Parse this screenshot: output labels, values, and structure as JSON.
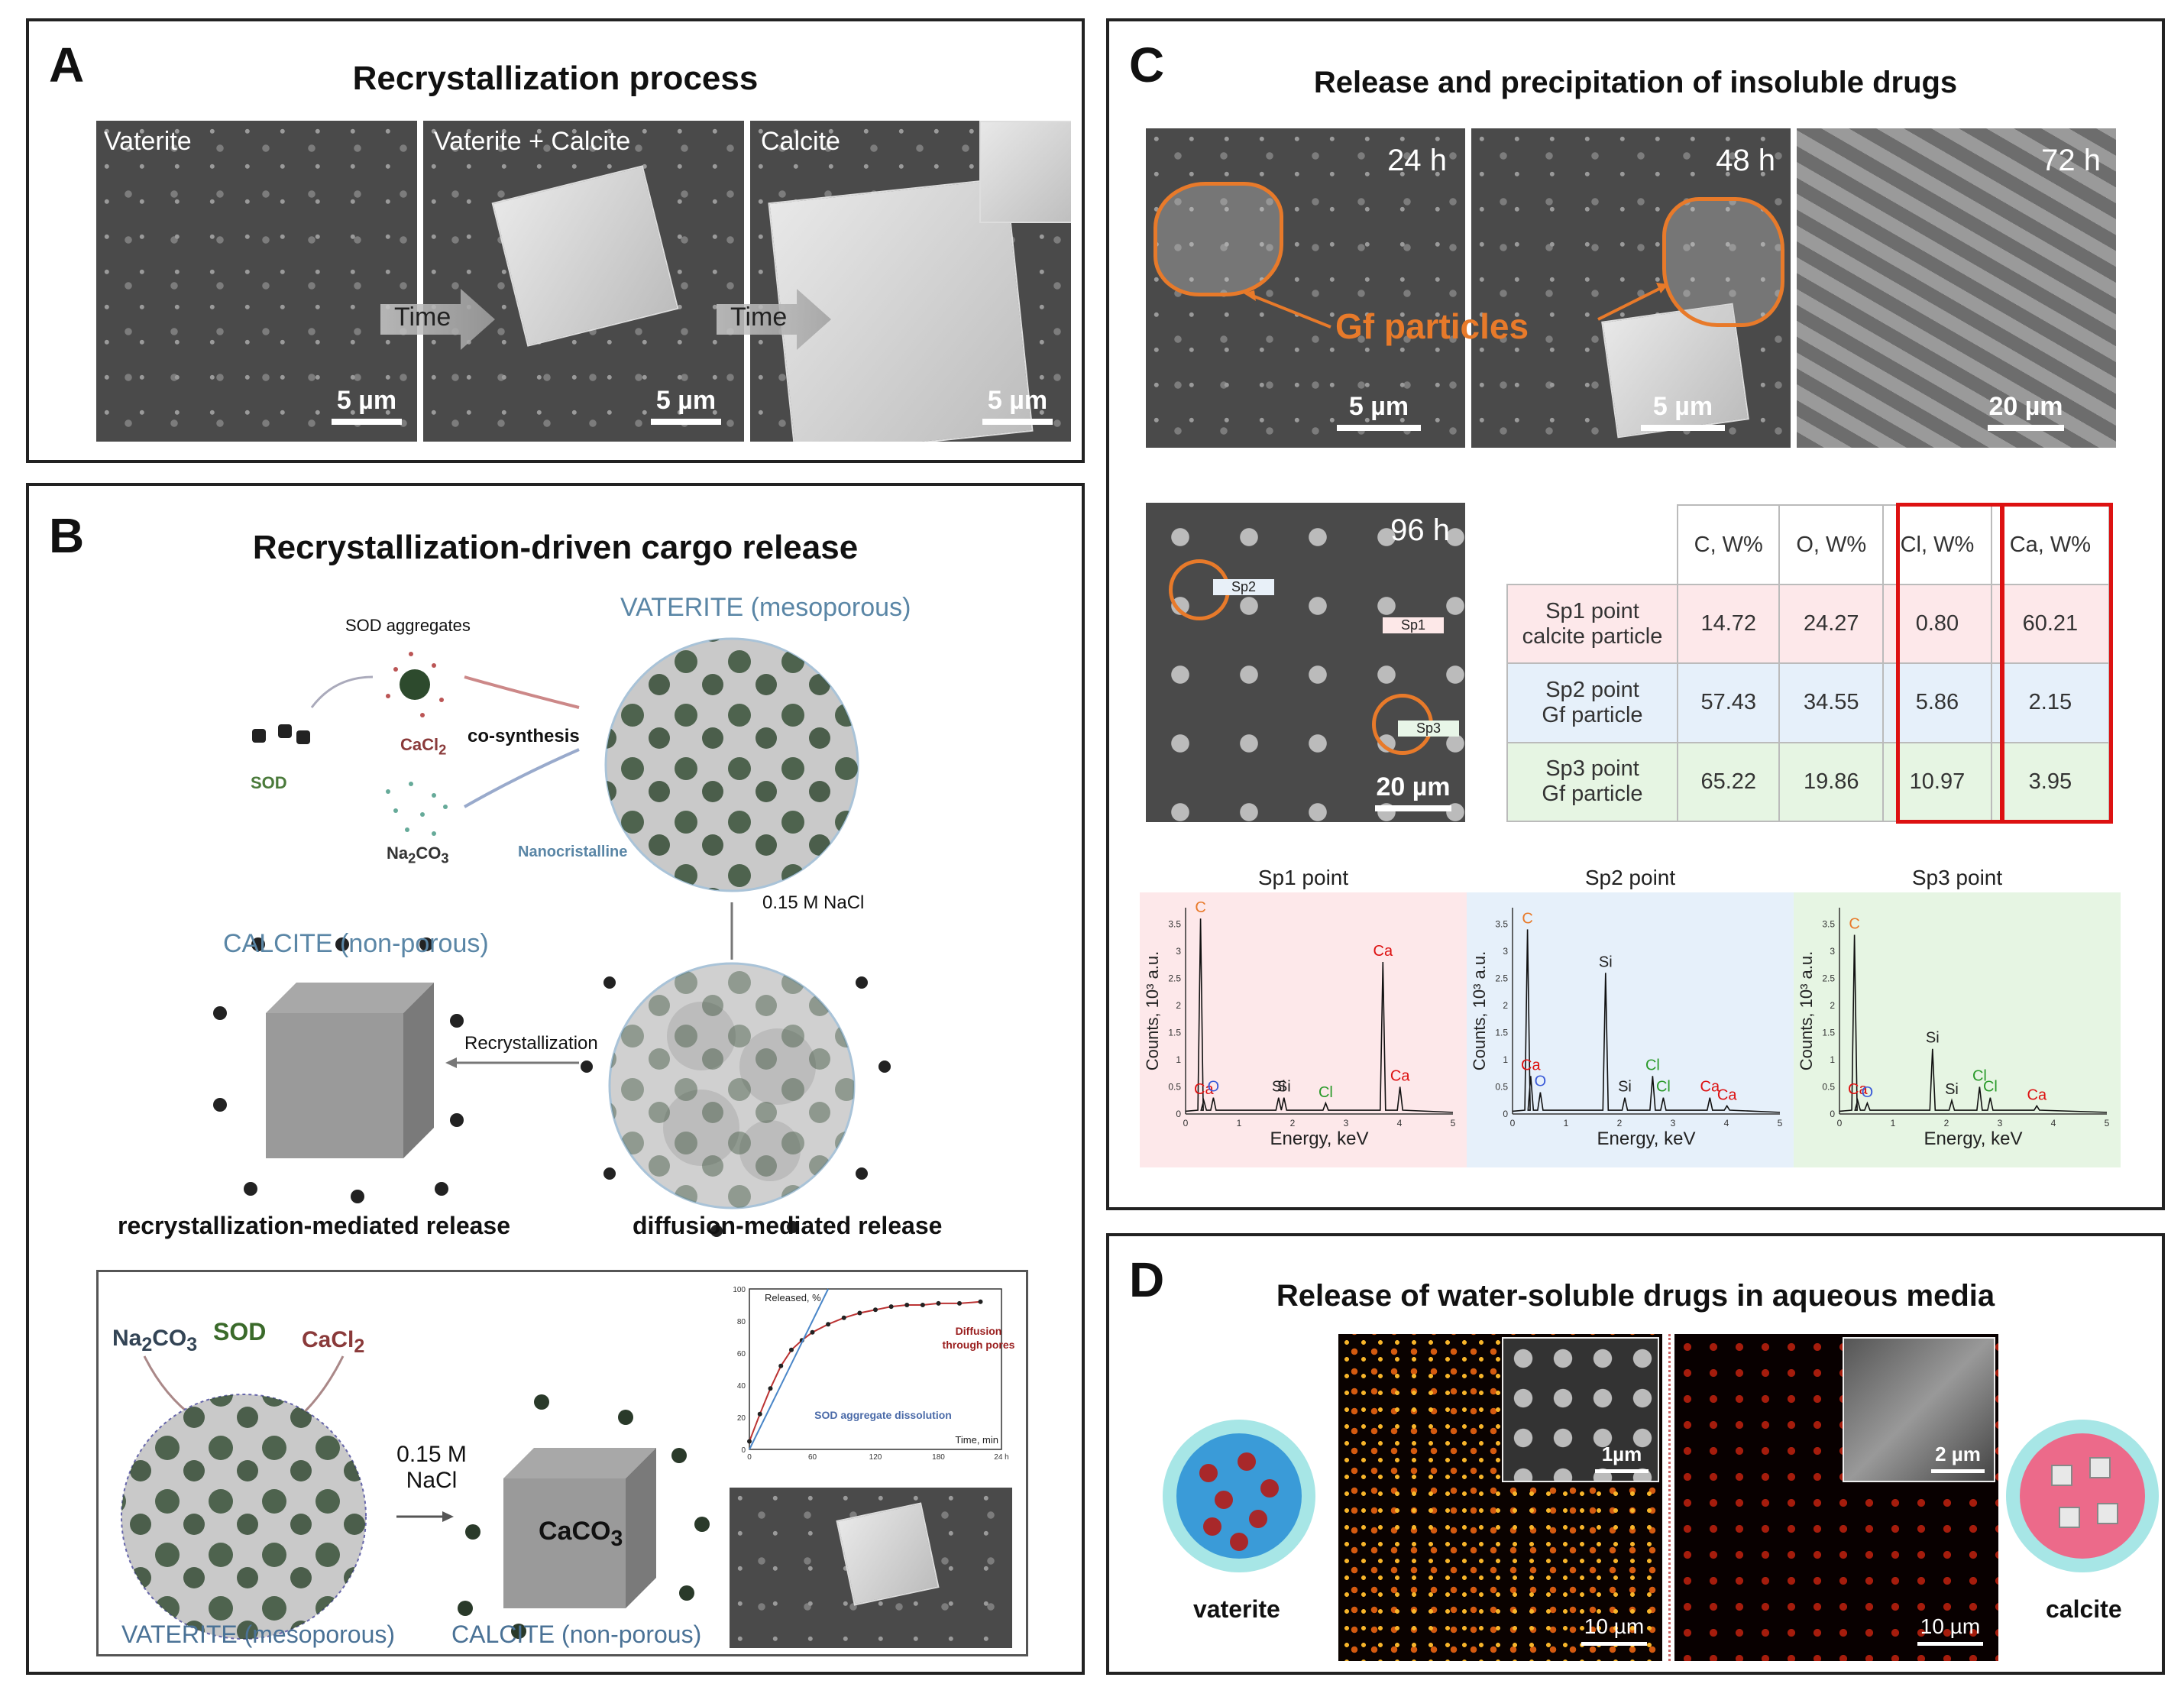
{
  "panelA": {
    "label": "A",
    "title": "Recrystallization process",
    "images": [
      {
        "label": "Vaterite",
        "scale": "5 µm"
      },
      {
        "label": "Vaterite + Calcite",
        "scale": "5 µm"
      },
      {
        "label": "Calcite",
        "scale": "5 µm"
      }
    ],
    "arrow_label": "Time"
  },
  "panelB": {
    "label": "B",
    "title": "Recrystallization-driven cargo release",
    "sod_aggregates": "SOD aggregates",
    "sod": "SOD",
    "cacl2": "CaCl",
    "cacl2_sub": "2",
    "na2co3": "Na",
    "na2co3_sub": "2",
    "na2co3_tail": "CO",
    "na2co3_sub2": "3",
    "cosynthesis": "co-synthesis",
    "vaterite_meso": "VATERITE (mesoporous)",
    "nanocristalline": "Nanocristalline",
    "nacl": "0.15 M NaCl",
    "calcite_nonporous": "CALCITE (non-porous)",
    "recrystallization": "Recrystallization",
    "recryst_release": "recrystallization-mediated release",
    "diffusion_release": "diffusion-mediated release",
    "bottom": {
      "na2co3": "Na",
      "na2co3_sub": "2",
      "na2co3_tail": "CO",
      "na2co3_sub2": "3",
      "sod": "SOD",
      "cacl2": "CaCl",
      "cacl2_sub": "2",
      "nacl_line1": "0.15 M",
      "nacl_line2": "NaCl",
      "caco3": "CaCO",
      "caco3_sub": "3",
      "vaterite_meso": "VATERITE (mesoporous)",
      "calcite_nonporous": "CALCITE (non-porous)"
    }
  },
  "panelC": {
    "label": "C",
    "title": "Release and precipitation of insoluble drugs",
    "images": [
      {
        "time": "24 h",
        "scale": "5 µm"
      },
      {
        "time": "48 h",
        "scale": "5 µm"
      },
      {
        "time": "72 h",
        "scale": "20 µm"
      }
    ],
    "gf_label": "Gf particles",
    "img96": {
      "time": "96 h",
      "scale": "20 µm",
      "sp1": "Sp1",
      "sp2": "Sp2",
      "sp3": "Sp3"
    },
    "table": {
      "headers": [
        "",
        "C, W%",
        "O, W%",
        "Cl, W%",
        "Ca, W%"
      ],
      "rows": [
        {
          "name1": "Sp1 point",
          "name2": "calcite particle",
          "values": [
            "14.72",
            "24.27",
            "0.80",
            "60.21"
          ]
        },
        {
          "name1": "Sp2 point",
          "name2": "Gf particle",
          "values": [
            "57.43",
            "34.55",
            "5.86",
            "2.15"
          ]
        },
        {
          "name1": "Sp3 point",
          "name2": "Gf particle",
          "values": [
            "65.22",
            "19.86",
            "10.97",
            "3.95"
          ]
        }
      ]
    }
  },
  "panelD": {
    "label": "D",
    "title": "Release of water-soluble drugs in aqueous media",
    "vaterite": "vaterite",
    "calcite": "calcite",
    "scale_left_main": "10 µm",
    "scale_left_inset": "1µm",
    "scale_right_main": "10 µm",
    "scale_right_inset": "2 µm"
  },
  "chart_data": [
    {
      "type": "line",
      "title": "",
      "ylabel": "Released, %",
      "xlabel": "Time, min",
      "xlim": [
        0,
        240
      ],
      "ylim": [
        0,
        100
      ],
      "xticks": [
        "0",
        "60",
        "120",
        "180",
        "24 h"
      ],
      "yticks": [
        "0",
        "20",
        "40",
        "60",
        "80",
        "100"
      ],
      "annotations": [
        "Diffusion through pores",
        "SOD aggregate dissolution"
      ],
      "series": [
        {
          "x": [
            0,
            10,
            20,
            30,
            40,
            50,
            60,
            75,
            90,
            105,
            120,
            135,
            150,
            165,
            180,
            200,
            220
          ],
          "y": [
            5,
            22,
            38,
            52,
            62,
            68,
            73,
            78,
            82,
            85,
            87,
            89,
            90,
            90,
            91,
            91,
            92
          ]
        }
      ]
    },
    {
      "type": "line",
      "title": "Sp1 point",
      "xlabel": "Energy, keV",
      "ylabel": "Counts, 10³ a.u.",
      "xlim": [
        0,
        5
      ],
      "ylim": [
        0,
        3.8
      ],
      "xticks": [
        "0",
        "1",
        "2",
        "3",
        "4",
        "5"
      ],
      "yticks": [
        "0",
        "0.5",
        "1",
        "1.5",
        "2",
        "2.5",
        "3",
        "3.5"
      ],
      "peaks": [
        {
          "label": "C",
          "x": 0.28,
          "y": 3.6
        },
        {
          "label": "Ca",
          "x": 0.34,
          "y": 0.25
        },
        {
          "label": "O",
          "x": 0.52,
          "y": 0.3
        },
        {
          "label": "Si",
          "x": 1.74,
          "y": 0.3
        },
        {
          "label": "Si",
          "x": 1.84,
          "y": 0.3
        },
        {
          "label": "Cl",
          "x": 2.62,
          "y": 0.2
        },
        {
          "label": "Ca",
          "x": 3.69,
          "y": 2.8
        },
        {
          "label": "Ca",
          "x": 4.01,
          "y": 0.5
        }
      ]
    },
    {
      "type": "line",
      "title": "Sp2 point",
      "xlabel": "Energy, keV",
      "ylabel": "Counts, 10³ a.u.",
      "xlim": [
        0,
        5
      ],
      "ylim": [
        0,
        3.8
      ],
      "xticks": [
        "0",
        "1",
        "2",
        "3",
        "4",
        "5"
      ],
      "yticks": [
        "0",
        "0.5",
        "1",
        "1.5",
        "2",
        "2.5",
        "3",
        "3.5"
      ],
      "peaks": [
        {
          "label": "C",
          "x": 0.28,
          "y": 3.4
        },
        {
          "label": "Ca",
          "x": 0.34,
          "y": 0.7
        },
        {
          "label": "O",
          "x": 0.52,
          "y": 0.4
        },
        {
          "label": "Si",
          "x": 1.74,
          "y": 2.6
        },
        {
          "label": "Si",
          "x": 2.1,
          "y": 0.3
        },
        {
          "label": "Cl",
          "x": 2.62,
          "y": 0.7
        },
        {
          "label": "Cl",
          "x": 2.82,
          "y": 0.3
        },
        {
          "label": "Ca",
          "x": 3.69,
          "y": 0.3
        },
        {
          "label": "Ca",
          "x": 4.01,
          "y": 0.15
        }
      ]
    },
    {
      "type": "line",
      "title": "Sp3 point",
      "xlabel": "Energy, keV",
      "ylabel": "Counts, 10³ a.u.",
      "xlim": [
        0,
        5
      ],
      "ylim": [
        0,
        3.8
      ],
      "xticks": [
        "0",
        "1",
        "2",
        "3",
        "4",
        "5"
      ],
      "yticks": [
        "0",
        "0.5",
        "1",
        "1.5",
        "2",
        "2.5",
        "3",
        "3.5"
      ],
      "peaks": [
        {
          "label": "C",
          "x": 0.28,
          "y": 3.3
        },
        {
          "label": "Ca",
          "x": 0.34,
          "y": 0.25
        },
        {
          "label": "O",
          "x": 0.52,
          "y": 0.2
        },
        {
          "label": "Si",
          "x": 1.74,
          "y": 1.2
        },
        {
          "label": "Si",
          "x": 2.1,
          "y": 0.25
        },
        {
          "label": "Cl",
          "x": 2.62,
          "y": 0.5
        },
        {
          "label": "Cl",
          "x": 2.82,
          "y": 0.3
        },
        {
          "label": "Ca",
          "x": 3.69,
          "y": 0.15
        }
      ]
    }
  ]
}
